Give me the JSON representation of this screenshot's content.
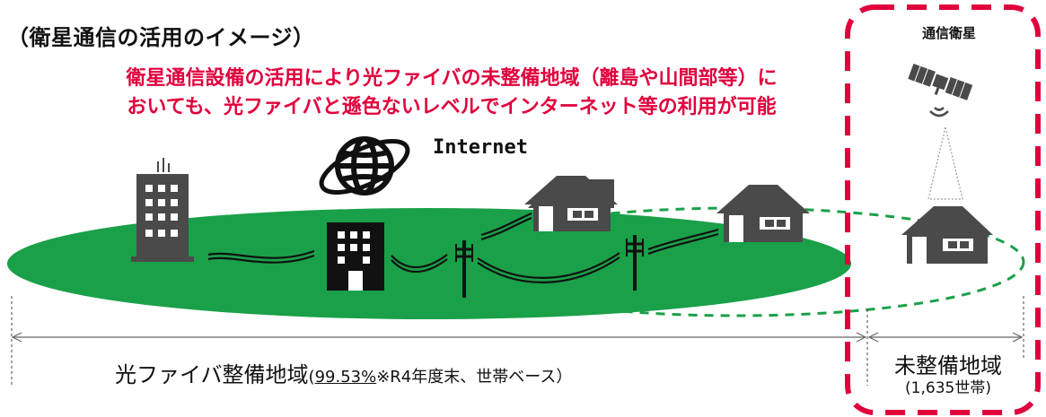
{
  "title": "（衛星通信の活用のイメージ）",
  "subtitle": {
    "line1": "衛星通信設備の活用により光ファイバの未整備地域（離島や山間部等）に",
    "line2": "おいても、光ファイバと遜色ないレベルでインターネット等の利用が可能"
  },
  "internet_label": "Internet",
  "satellite_label": "通信衛星",
  "served_area": {
    "label": "光ファイバ整備地域",
    "paren_open": "(",
    "percent": "99.53%",
    "note": "※R4年度末、世帯ベース）"
  },
  "unserved_area": {
    "label": "未整備地域",
    "households": "(1,635世帯)"
  },
  "colors": {
    "served_green": "#1aa049",
    "accent_red": "#e0003c",
    "icon_dark": "#4a4a4a",
    "dashed_green": "#1aa049"
  },
  "icons": [
    "building-icon",
    "globe-icon",
    "office-building-icon",
    "utility-pole-icon",
    "house-icon",
    "satellite-icon"
  ]
}
